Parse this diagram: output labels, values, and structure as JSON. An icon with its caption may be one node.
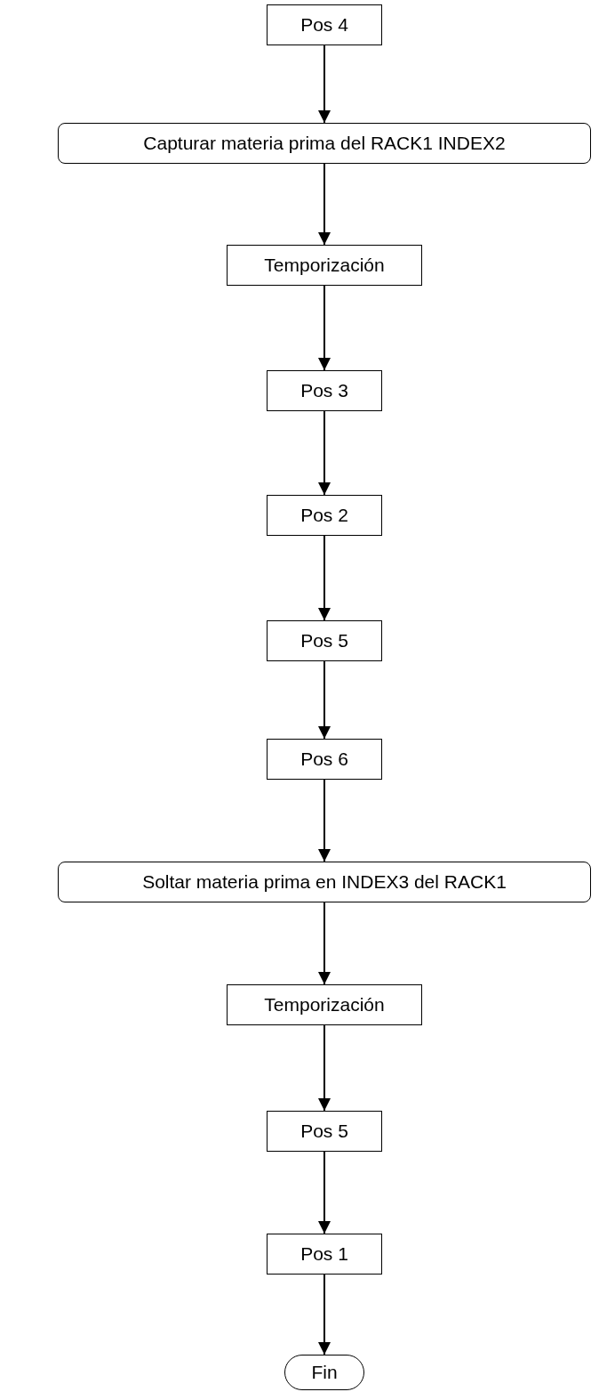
{
  "diagram": {
    "nodes": [
      {
        "text": [
          "Pos 4"
        ]
      },
      {
        "text": [
          "Capturar materia prima del RACK1 INDEX2"
        ]
      },
      {
        "text": [
          "Temporización"
        ]
      },
      {
        "text": [
          "Pos 3"
        ]
      },
      {
        "text": [
          "Pos 2"
        ]
      },
      {
        "text": [
          "Pos 5"
        ]
      },
      {
        "text": [
          "Pos 6"
        ]
      },
      {
        "text": [
          "Soltar materia prima en INDEX3 del RACK1"
        ]
      },
      {
        "text": [
          "Temporización"
        ]
      },
      {
        "text": [
          "Pos 5"
        ]
      },
      {
        "text": [
          "Pos 1"
        ]
      },
      {
        "text": [
          "Fin"
        ]
      }
    ],
    "edges": [
      {
        "from": 0,
        "to": 1,
        "arrow": "to"
      },
      {
        "from": 1,
        "to": 2,
        "arrow": "to"
      },
      {
        "from": 2,
        "to": 3,
        "arrow": "to"
      },
      {
        "from": 3,
        "to": 4,
        "arrow": "to"
      },
      {
        "from": 4,
        "to": 5,
        "arrow": "to"
      },
      {
        "from": 5,
        "to": 6,
        "arrow": "to"
      },
      {
        "from": 6,
        "to": 7,
        "arrow": "to"
      },
      {
        "from": 7,
        "to": 8,
        "arrow": "to"
      },
      {
        "from": 8,
        "to": 9,
        "arrow": "to"
      },
      {
        "from": 9,
        "to": 10,
        "arrow": "to"
      },
      {
        "from": 10,
        "to": 11,
        "arrow": "to"
      }
    ]
  }
}
